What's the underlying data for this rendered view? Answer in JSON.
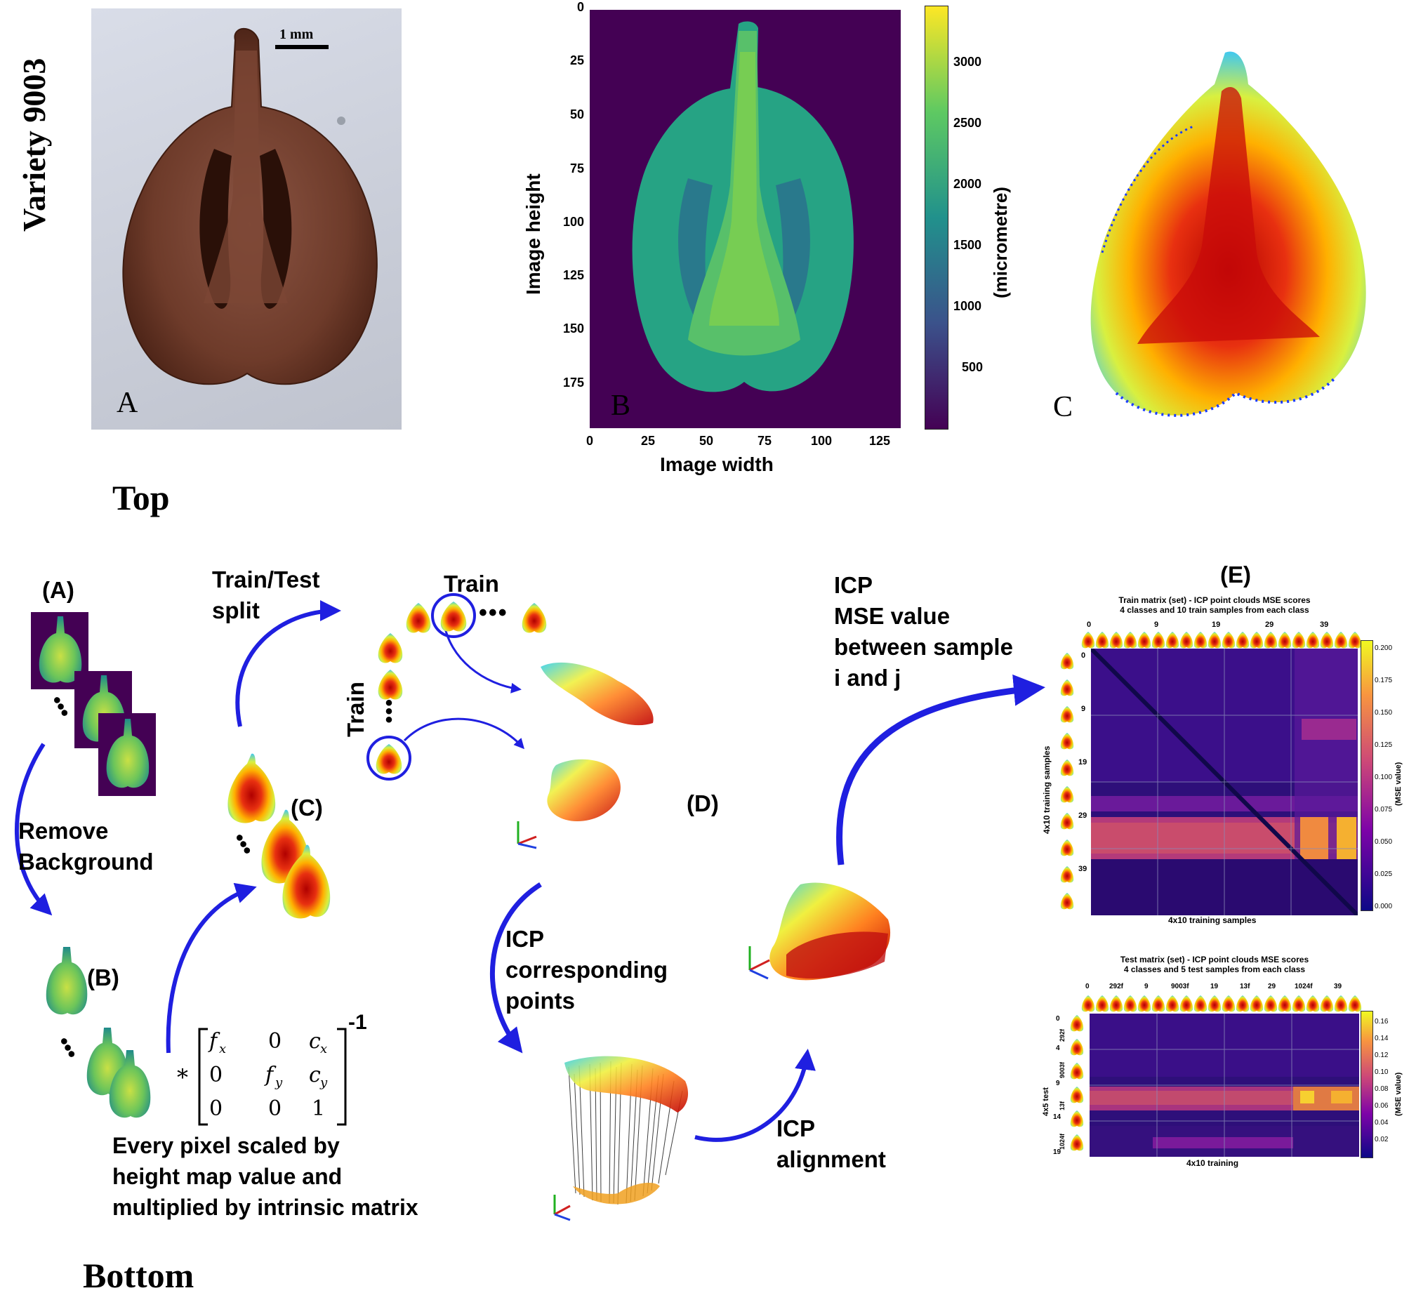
{
  "top": {
    "side_label": "Variety 9003",
    "section_label": "Top",
    "panel_a": {
      "letter": "A",
      "scale_bar": "1 mm"
    },
    "panel_b": {
      "letter": "B",
      "ylabel": "Image height",
      "xlabel": "Image width",
      "yticks": [
        "0",
        "25",
        "50",
        "75",
        "100",
        "125",
        "150",
        "175"
      ],
      "xticks": [
        "0",
        "25",
        "50",
        "75",
        "100",
        "125"
      ],
      "colorbar_ticks": [
        "3000",
        "2500",
        "2000",
        "1500",
        "1000",
        "500"
      ],
      "colorbar_label": "(micrometre)"
    },
    "panel_c": {
      "letter": "C"
    }
  },
  "bottom": {
    "section_label": "Bottom",
    "steps": {
      "a": "(A)",
      "b": "(B)",
      "c": "(C)",
      "d": "(D)",
      "e": "(E)",
      "remove_background": [
        "Remove",
        "Background"
      ],
      "train_test_split": [
        "Train/Test",
        "split"
      ],
      "train_top": "Train",
      "train_side": "Train",
      "icp_corresponding": [
        "ICP",
        "corresponding",
        "points"
      ],
      "icp_alignment": [
        "ICP",
        "alignment"
      ],
      "icp_mse": [
        "ICP",
        "MSE value",
        "between sample",
        "i and j"
      ],
      "pixel_note": [
        "Every pixel scaled by",
        "height map value and",
        "multiplied by intrinsic matrix"
      ],
      "matrix": {
        "prefix": "*",
        "rows": [
          [
            "f",
            "x",
            "0",
            "c",
            "x"
          ],
          [
            "0",
            "f",
            "y",
            "c",
            "y"
          ],
          [
            "0",
            "0",
            "1"
          ]
        ],
        "exponent": "-1"
      }
    },
    "train_matrix": {
      "title": [
        "Train matrix (set) - ICP point clouds MSE scores",
        "4 classes and 10 train samples from each class"
      ],
      "top_ticks": [
        "0",
        "9",
        "19",
        "29",
        "39"
      ],
      "left_ticks": [
        "0",
        "9",
        "19",
        "29",
        "39"
      ],
      "ylabel": "4x10 training samples",
      "xlabel": "4x10 training samples",
      "colorbar_ticks": [
        "0.200",
        "0.175",
        "0.150",
        "0.125",
        "0.100",
        "0.075",
        "0.050",
        "0.025",
        "0.000"
      ],
      "colorbar_label": "(MSE value)"
    },
    "test_matrix": {
      "title": [
        "Test matrix (set) - ICP point clouds MSE scores",
        "4 classes and 5 test samples from each class"
      ],
      "top_ticks": [
        "0",
        "292f",
        "9",
        "9003f",
        "19",
        "13f",
        "29",
        "1024f",
        "39"
      ],
      "left_ticks": [
        "0",
        "4",
        "9",
        "14",
        "19"
      ],
      "left_classes": [
        "292f",
        "9003f",
        "13f",
        "1024f"
      ],
      "ylabel": "4x5 test",
      "xlabel": "4x10 training",
      "colorbar_ticks": [
        "0.16",
        "0.14",
        "0.12",
        "0.10",
        "0.08",
        "0.06",
        "0.04",
        "0.02"
      ],
      "colorbar_label": "(MSE value)"
    }
  },
  "colors": {
    "arrow": "#1f1fe0",
    "viridis_dark": "#440154",
    "viridis_yellow": "#fde725",
    "plasma_dark": "#2a0a6e",
    "plasma_yellow": "#f8e020",
    "seed_brown": "#6e3b2a"
  }
}
